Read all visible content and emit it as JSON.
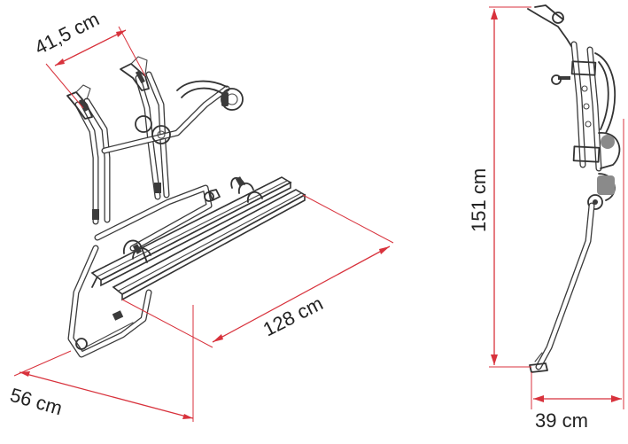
{
  "dimensions": {
    "width_label": "41,5 cm",
    "length_label": "128 cm",
    "depth_label": "56 cm",
    "height_label": "151 cm",
    "side_depth_label": "39 cm"
  },
  "colors": {
    "dimension_line": "#d8323c",
    "outline": "#333333",
    "text": "#222222"
  }
}
